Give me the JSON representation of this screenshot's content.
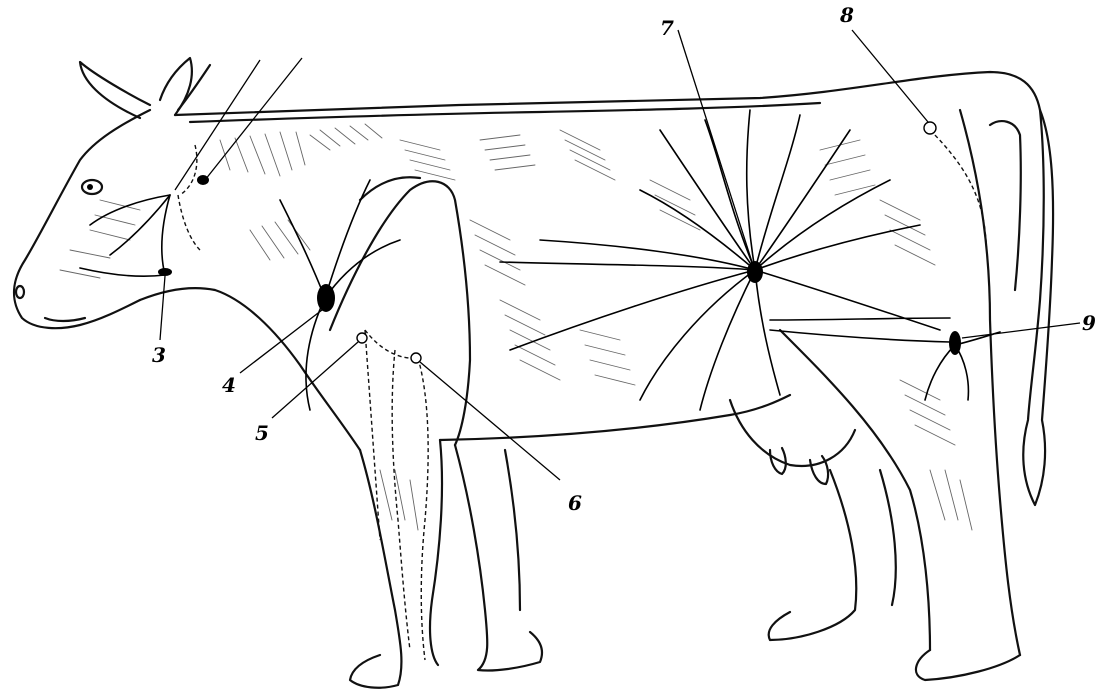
{
  "figure": {
    "labels": [
      "3",
      "4",
      "5",
      "6",
      "7",
      "8",
      "9"
    ]
  },
  "colors": {
    "ink": "#000000",
    "paper": "#ffffff"
  }
}
